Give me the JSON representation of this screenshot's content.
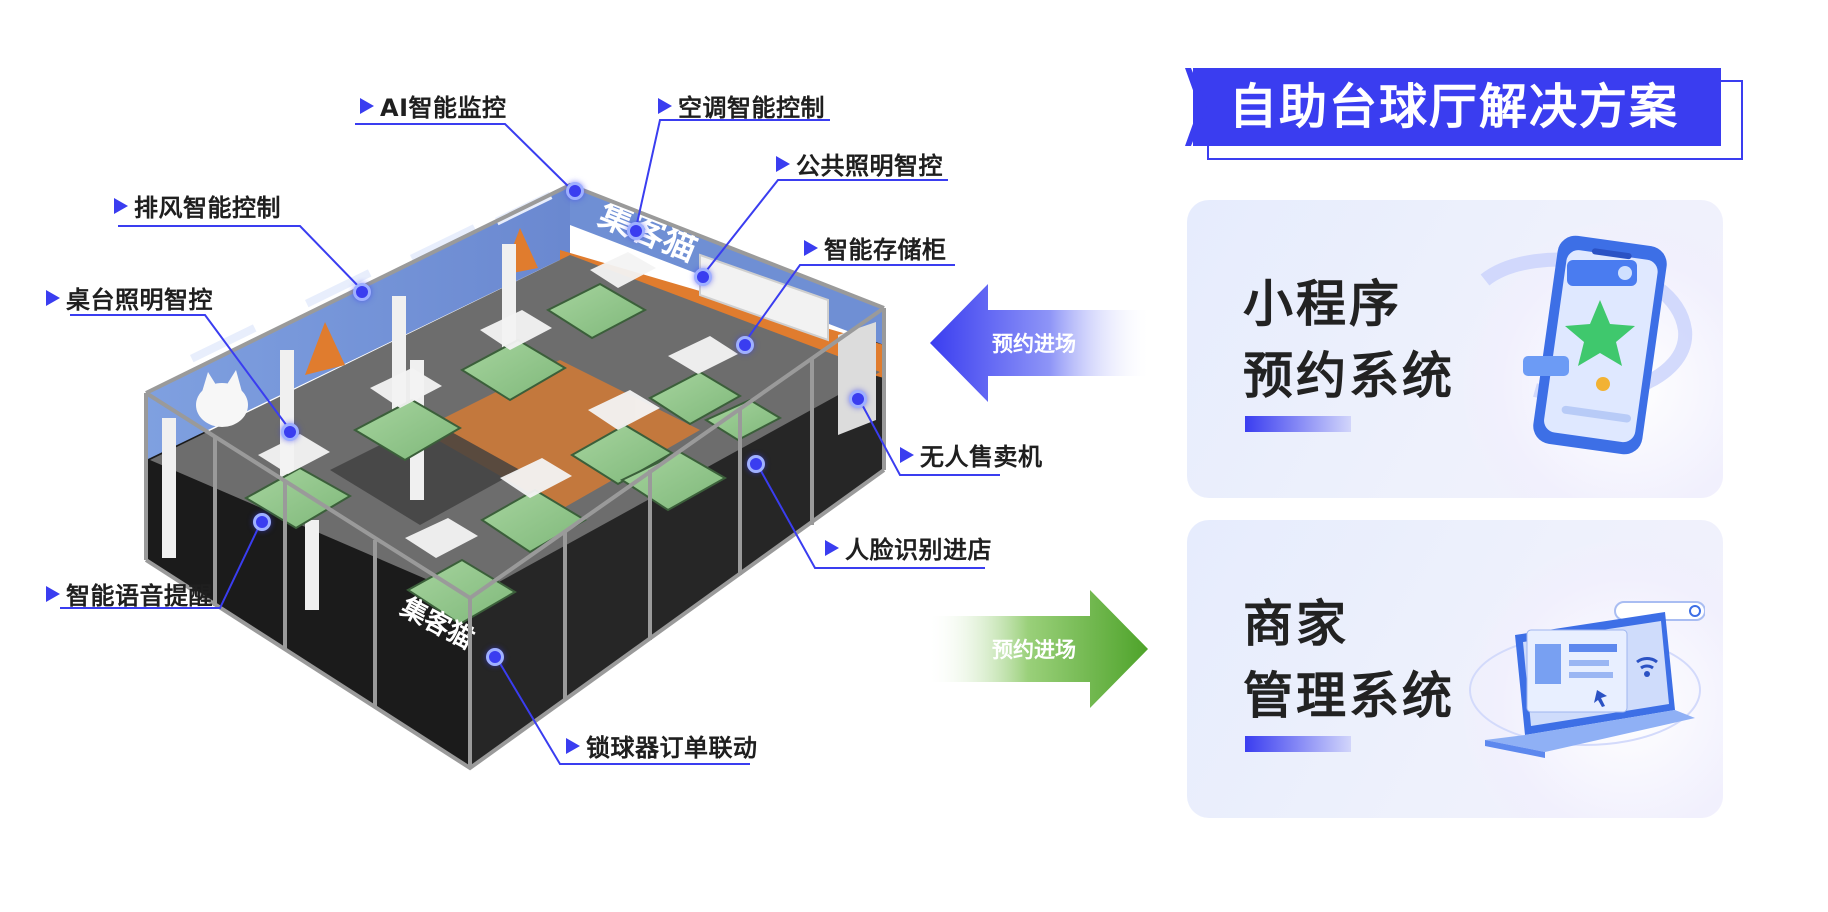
{
  "title": "自助台球厅解决方案",
  "scene": {
    "wall_brand": "集客猫",
    "table_brand": "集客猫",
    "callouts": [
      {
        "id": "ai-monitor",
        "label": "AI智能监控"
      },
      {
        "id": "ac-control",
        "label": "空调智能控制"
      },
      {
        "id": "public-lighting",
        "label": "公共照明智控"
      },
      {
        "id": "exhaust-control",
        "label": "排风智能控制"
      },
      {
        "id": "storage-locker",
        "label": "智能存储柜"
      },
      {
        "id": "table-lighting",
        "label": "桌台照明智控"
      },
      {
        "id": "vending-machine",
        "label": "无人售卖机"
      },
      {
        "id": "face-entry",
        "label": "人脸识别进店"
      },
      {
        "id": "voice-reminder",
        "label": "智能语音提醒"
      },
      {
        "id": "ball-lock",
        "label": "锁球器订单联动"
      }
    ]
  },
  "arrows": {
    "top": {
      "label": "预约进场",
      "direction": "left",
      "color": "#4a4df2"
    },
    "bottom": {
      "label": "预约进场",
      "direction": "right",
      "color": "#5aab2c"
    }
  },
  "cards": {
    "mini_program": {
      "line1": "小程序",
      "line2": "预约系统",
      "icon": "smartphone-star-icon"
    },
    "merchant": {
      "line1": "商家",
      "line2": "管理系统",
      "icon": "laptop-dashboard-icon"
    }
  },
  "colors": {
    "accent": "#3a3df0",
    "green": "#5aab2c",
    "wall": "#6f8fd4",
    "felt": "#8fc48a",
    "floor_orange": "#e07c2e"
  }
}
